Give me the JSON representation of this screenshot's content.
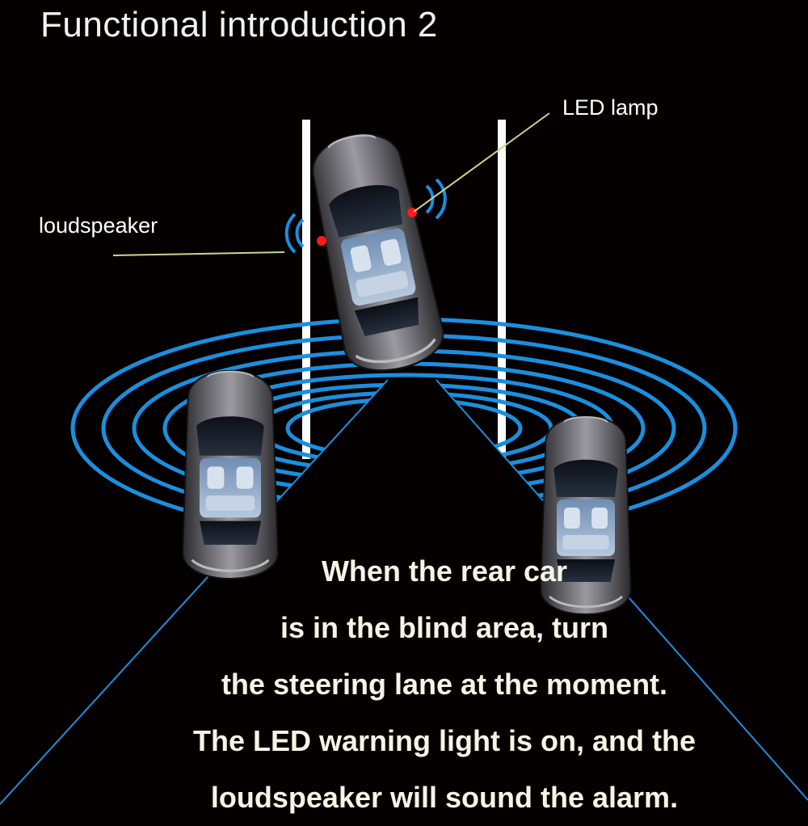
{
  "title": "Functional introduction 2",
  "labels": {
    "led_lamp": "LED lamp",
    "loudspeaker": "loudspeaker"
  },
  "description": [
    "When the rear car",
    "is in the blind area, turn",
    "the steering lane at the moment.",
    "The LED warning light is on, and the",
    "loudspeaker will sound the alarm."
  ],
  "colors": {
    "background": "#050000",
    "wave": "#1a8fe0",
    "lane_line": "#ffffff",
    "pointer": "#c8d88a",
    "led": "#ff1a1a",
    "car_body": "#4a4a4e",
    "window": "#8aa6c8"
  }
}
